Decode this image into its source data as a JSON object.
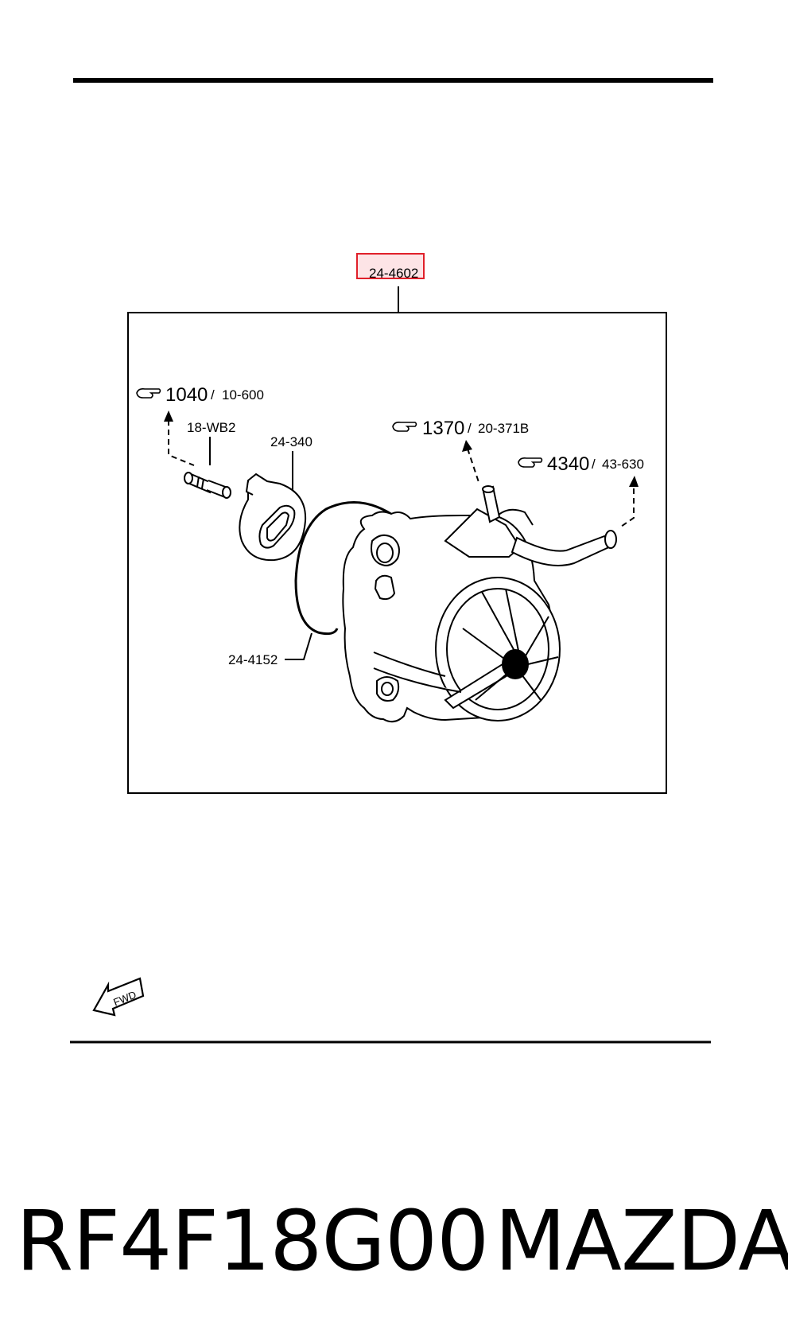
{
  "diagram": {
    "assembly_callout": "24-4602",
    "refs": [
      {
        "page": "1040",
        "sub": "10-600"
      },
      {
        "page": "1370",
        "sub": "20-371B"
      },
      {
        "page": "4340",
        "sub": "43-630"
      }
    ],
    "part_labels": {
      "fitting": "18-WB2",
      "gasket_plate": "24-340",
      "o_ring": "24-4152"
    },
    "fwd_label": "FWD"
  },
  "footer": {
    "part_number": "RF4F18G00",
    "brand": "MAZDA"
  },
  "colors": {
    "highlight_border": "#e0202a",
    "highlight_fill": "#fde4e6",
    "line": "#000000"
  },
  "icons": [
    "hand-pointer-icon",
    "fwd-arrow-icon"
  ]
}
